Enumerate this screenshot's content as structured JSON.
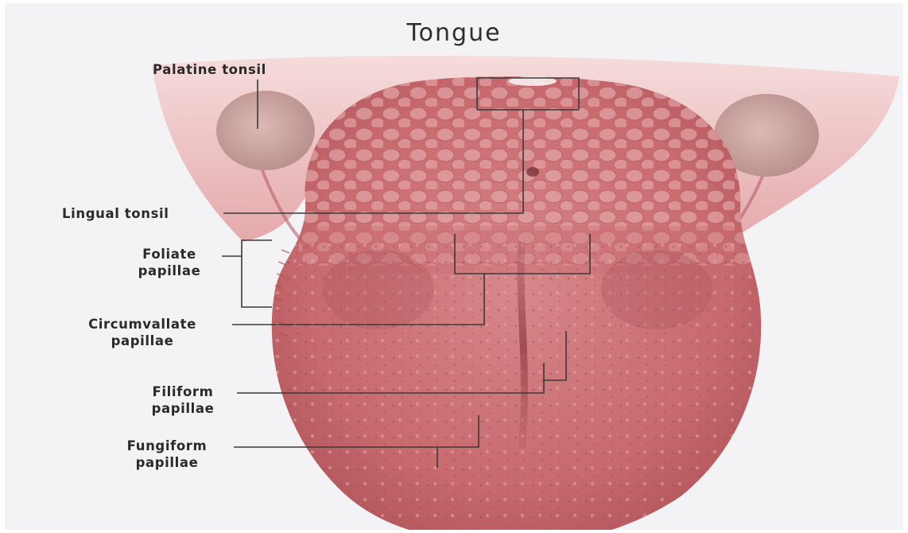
{
  "diagram": {
    "title": "Tongue",
    "labels": {
      "palatine_tonsil": "Palatine tonsil",
      "lingual_tonsil": "Lingual tonsil",
      "foliate_papillae": [
        "Foliate",
        "papillae"
      ],
      "circumvallate_papillae": [
        "Circumvallate",
        "papillae"
      ],
      "filiform_papillae": [
        "Filiform",
        "papillae"
      ],
      "fungiform_papillae": [
        "Fungiform",
        "papillae"
      ]
    },
    "colors": {
      "background": "#f3f3f5",
      "tongue": "#c9686c",
      "tongue_dark": "#a94f56",
      "throat": "#efc7c8",
      "tonsil": "#cfa6a3",
      "leader_line": "#3a3a3a"
    }
  }
}
